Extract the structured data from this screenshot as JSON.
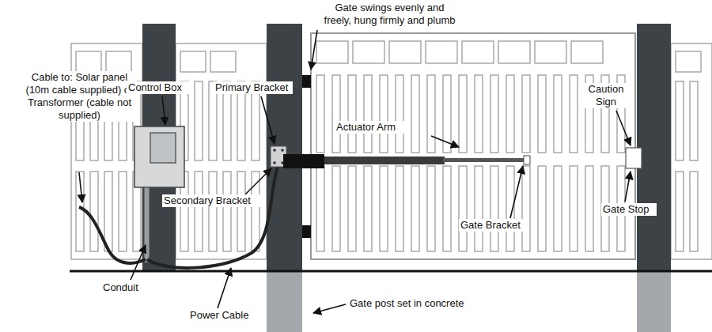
{
  "diagram": {
    "labels": [
      "Gate swings evenly and freely, hung firmly and plumb",
      "Cable to: Solar panel (10m cable supplied) or Transformer (cable not supplied)",
      "Control Box",
      "Primary Bracket",
      "Actuator Arm",
      "Caution Sign",
      "Secondary Bracket",
      "Gate Bracket",
      "Gate Stop",
      "Conduit",
      "Power Cable",
      "Gate post set in concrete"
    ]
  }
}
